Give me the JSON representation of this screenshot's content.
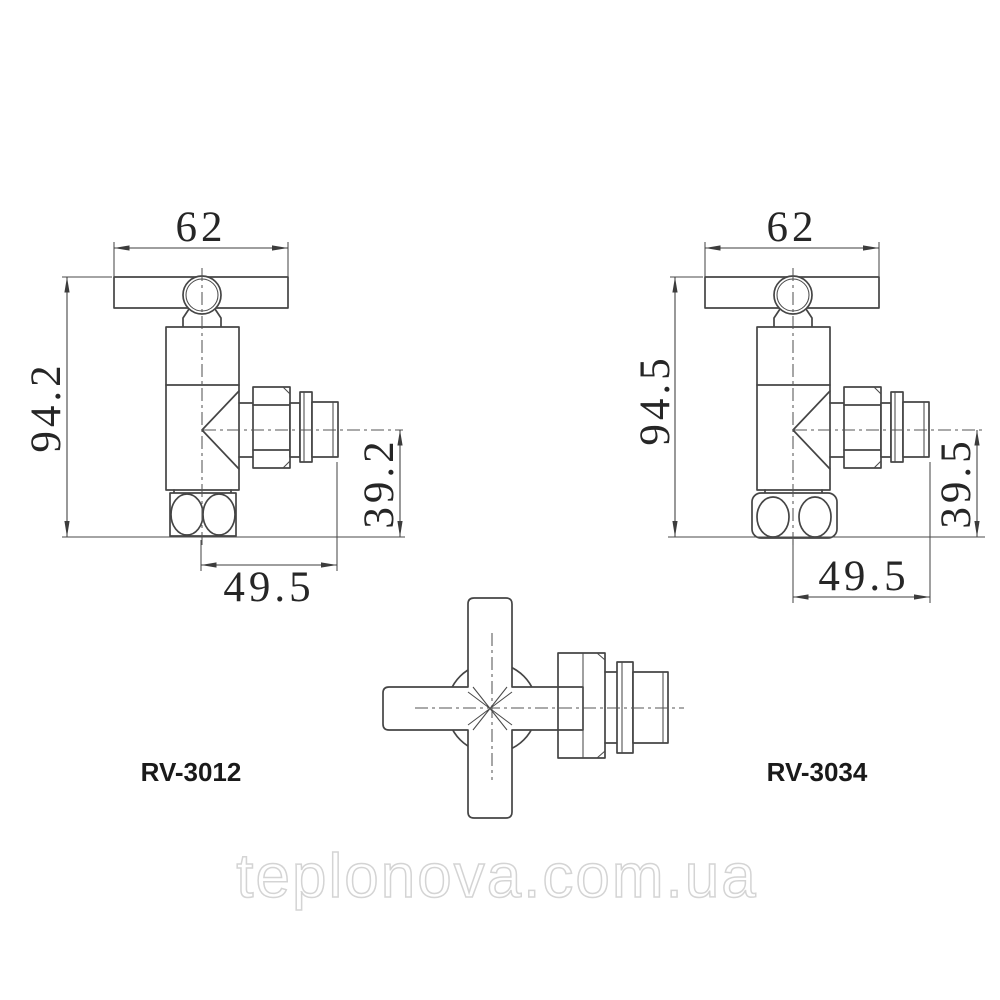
{
  "watermark": {
    "text": "teplonova.com.ua"
  },
  "drawings": {
    "left_valve": {
      "model": "RV-3012",
      "dims": {
        "handle_width": "62",
        "height": "94.2",
        "outlet_height": "39.2",
        "outlet_reach": "49.5"
      }
    },
    "right_valve": {
      "model": "RV-3034",
      "dims": {
        "handle_width": "62",
        "height": "94.5",
        "outlet_height": "39.5",
        "outlet_reach": "49.5"
      }
    }
  },
  "colors": {
    "background": "#ffffff",
    "object_line": "#454545",
    "dimension_line": "#3c3c3c",
    "dimension_text": "#262626",
    "label_text": "#1a1a1a",
    "watermark_outline": "#d4d4d4"
  }
}
